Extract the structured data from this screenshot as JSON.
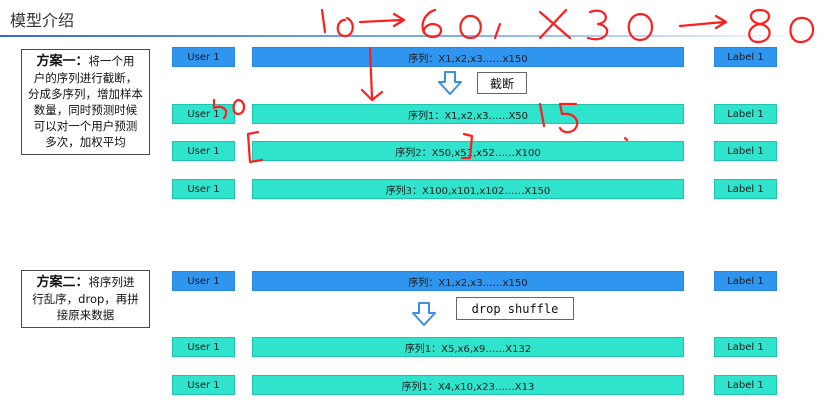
{
  "slide": {
    "title": "模型介绍"
  },
  "scheme1": {
    "heading": "方案一：",
    "lines": [
      "将一个用",
      "户的序列进行截断，",
      "分成多序列，增加样本",
      "数量，同时预测时候",
      "可以对一个用户预测",
      "多次，加权平均"
    ]
  },
  "scheme2": {
    "heading": "方案二：",
    "lines": [
      "将序列进",
      "行乱序，drop，再拼",
      "接原来数据"
    ]
  },
  "section1": {
    "source": {
      "user": "User 1",
      "sequence": "序列：X1,x2,x3……x150",
      "label": "Label 1"
    },
    "tag": "截断",
    "rows": [
      {
        "user": "User 1",
        "sequence": "序列1：X1,x2,x3……X50",
        "label": "Label 1"
      },
      {
        "user": "User 1",
        "sequence": "序列2：X50,x51,x52……X100",
        "label": "Label 1"
      },
      {
        "user": "User 1",
        "sequence": "序列3：X100,x101,x102……X150",
        "label": "Label 1"
      }
    ]
  },
  "section2": {
    "source": {
      "user": "User 1",
      "sequence": "序列：X1,x2,x3……x150",
      "label": "Label 1"
    },
    "tag": "drop shuffle",
    "rows": [
      {
        "user": "User 1",
        "sequence": "序列1：X5,x6,x9……X132",
        "label": "Label 1"
      },
      {
        "user": "User 1",
        "sequence": "序列1：X4,x10,x23……X13",
        "label": "Label 1"
      }
    ]
  },
  "colors": {
    "source_bar": "#2f95ee",
    "row_bar": "#2fe3cc",
    "ink": "#ff1e1e",
    "arrow": "#3a8fe0"
  },
  "icons": {
    "down_arrow": "down-arrow-icon"
  }
}
